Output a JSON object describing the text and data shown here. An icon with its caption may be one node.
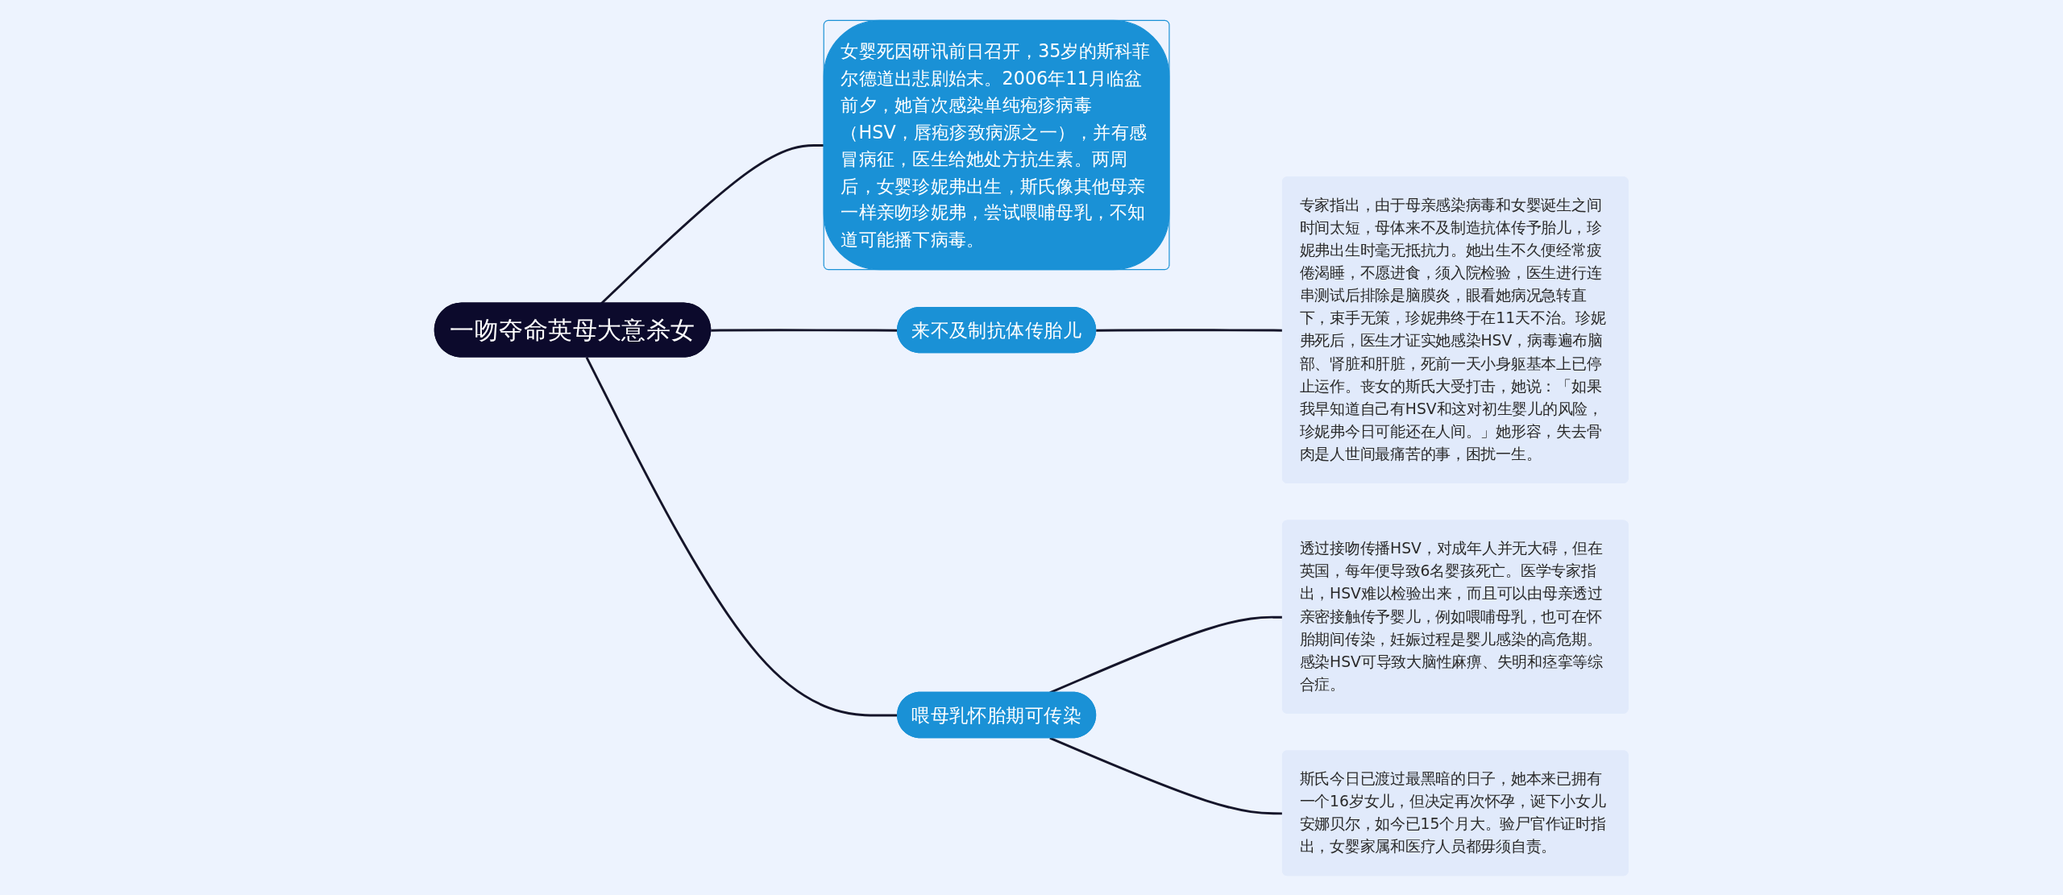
{
  "diagram": {
    "nodes": [
      {
        "text": [
          "一吻夺命英母大意杀女"
        ]
      },
      {
        "text": [
          "女婴死因研讯前日召开，35岁的斯科菲尔德道出悲剧始末。2006年11月临盆前夕，她首次感染单纯疱疹病毒（HSV，唇疱疹致病源之一），并有感冒病征，医生给她处方抗生素。两周后，女婴珍妮弗出生，斯氏像其他母亲一样亲吻珍妮弗，尝试喂哺母乳，不知道可能播下病毒。"
        ]
      },
      {
        "text": [
          "来不及制抗体传胎儿"
        ]
      },
      {
        "text": [
          "专家指出，由于母亲感染病毒和女婴诞生之间时间太短，母体来不及制造抗体传予胎儿，珍妮弗出生时毫无抵抗力。她出生不久便经常疲倦渴睡，不愿进食，须入院检验，医生进行连串测试后排除是脑膜炎，眼看她病况急转直下，束手无策，珍妮弗终于在11天不治。珍妮弗死后，医生才证实她感染HSV，病毒遍布脑部、肾脏和肝脏，死前一天小身躯基本上已停止运作。丧女的斯氏大受打击，她说：「如果我早知道自己有HSV和这对初生婴儿的风险，珍妮弗今日可能还在人间。」她形容，失去骨肉是人世间最痛苦的事，困扰一生。"
        ]
      },
      {
        "text": [
          "喂母乳怀胎期可传染"
        ]
      },
      {
        "text": [
          "透过接吻传播HSV，对成年人并无大碍，但在英国，每年便导致6名婴孩死亡。医学专家指出，HSV难以检验出来，而且可以由母亲透过亲密接触传予婴儿，例如喂哺母乳，也可在怀胎期间传染，妊娠过程是婴儿感染的高危期。感染HSV可导致大脑性麻痹、失明和痉挛等综合症。"
        ]
      },
      {
        "text": [
          "斯氏今日已渡过最黑暗的日子，她本来已拥有一个16岁女儿，但决定再次怀孕，诞下小女儿安娜贝尔，如今已15个月大。验尸官作证时指出，女婴家属和医疗人员都毋须自责。"
        ]
      }
    ],
    "edges": [
      {
        "from": 0,
        "to": 1,
        "arrow": "none"
      },
      {
        "from": 0,
        "to": 2,
        "arrow": "none"
      },
      {
        "from": 2,
        "to": 3,
        "arrow": "none"
      },
      {
        "from": 0,
        "to": 4,
        "arrow": "none"
      },
      {
        "from": 4,
        "to": 5,
        "arrow": "none"
      },
      {
        "from": 4,
        "to": 6,
        "arrow": "none"
      }
    ]
  }
}
